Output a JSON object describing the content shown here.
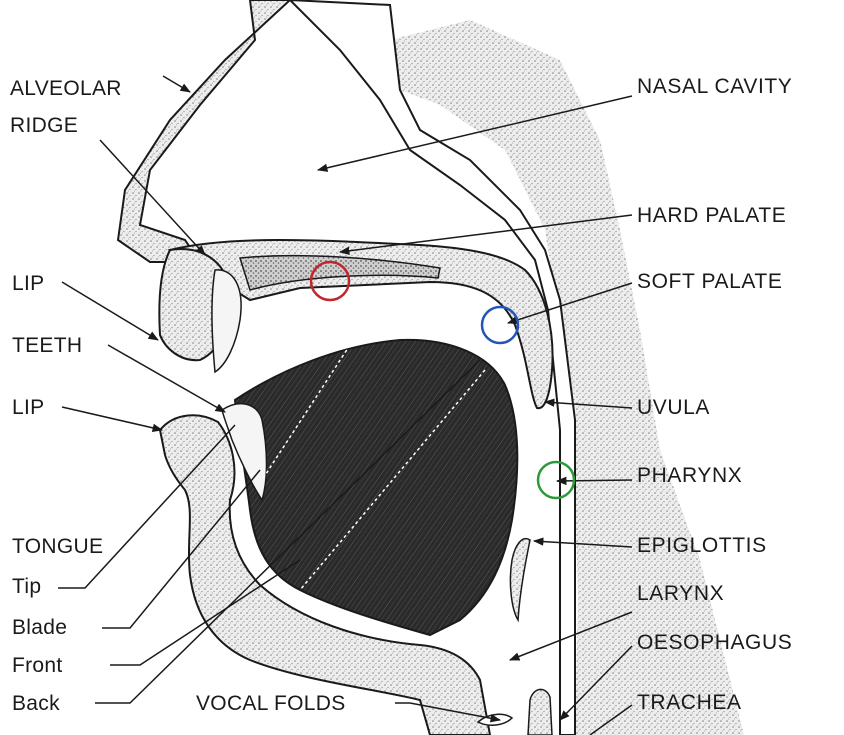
{
  "diagram": {
    "labels": {
      "alveolar_line1": "ALVEOLAR",
      "alveolar_line2": "RIDGE",
      "lip_upper": "LIP",
      "teeth": "TEETH",
      "lip_lower": "LIP",
      "tongue": "TONGUE",
      "tongue_tip": "Tip",
      "tongue_blade": "Blade",
      "tongue_front": "Front",
      "tongue_back": "Back",
      "vocal_folds": "VOCAL FOLDS",
      "nasal_cavity": "NASAL CAVITY",
      "hard_palate": "HARD PALATE",
      "soft_palate": "SOFT PALATE",
      "uvula": "UVULA",
      "pharynx": "PHARYNX",
      "epiglottis": "EPIGLOTTIS",
      "larynx": "LARYNX",
      "oesophagus": "OESOPHAGUS",
      "trachea": "TRACHEA"
    },
    "highlight_markers": [
      {
        "target": "hard-palate",
        "color": "#c0282d"
      },
      {
        "target": "soft-palate",
        "color": "#2454b8"
      },
      {
        "target": "pharynx",
        "color": "#2c9a3a"
      }
    ],
    "ink_color": "#1a1a1a"
  }
}
